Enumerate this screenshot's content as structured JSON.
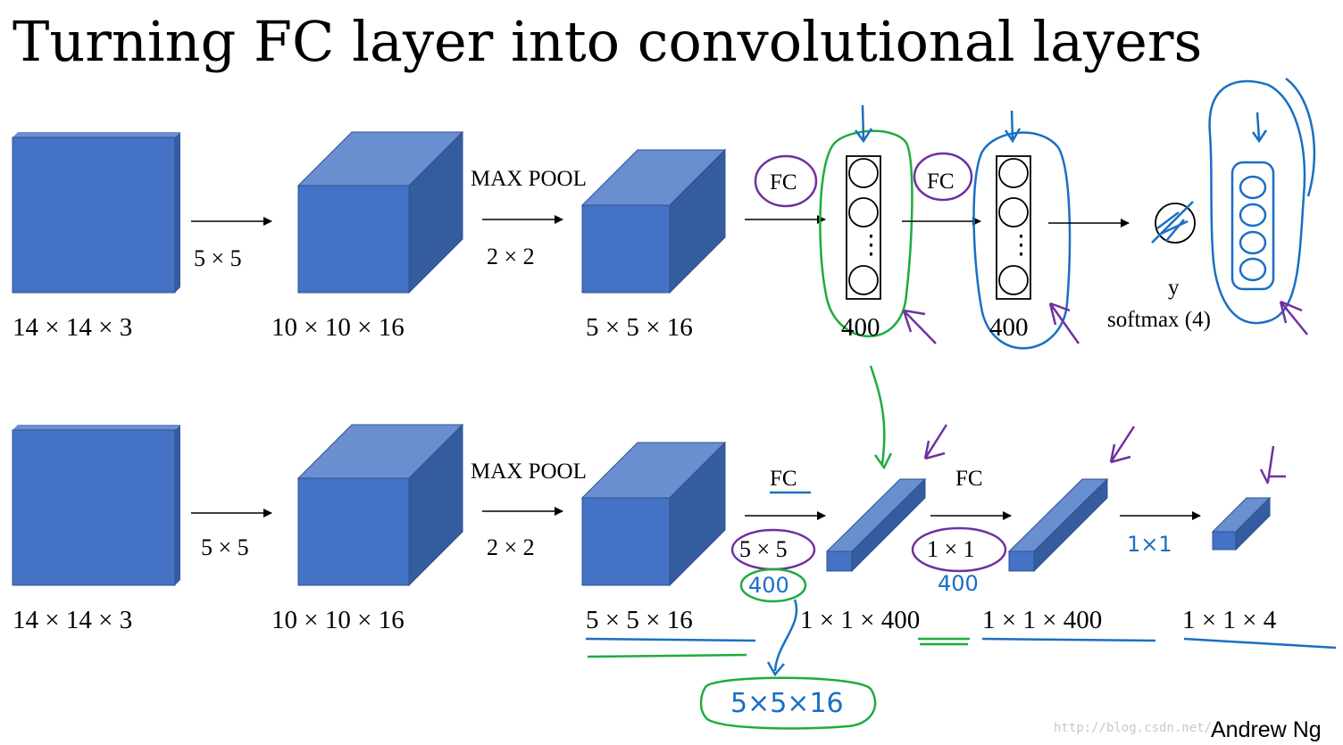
{
  "title": "Turning FC layer into convolutional layers",
  "credit": "Andrew Ng",
  "watermark": "http://blog.csdn.net/",
  "colors": {
    "cube_front": "#4472c4",
    "cube_top": "#6a8fd0",
    "cube_side": "#355c9f",
    "ink_green": "#1fab3f",
    "ink_purple": "#7030a0",
    "ink_blue": "#1a6fc4"
  },
  "top_row": {
    "dims": [
      "14 × 14 × 3",
      "10 × 10 × 16",
      "5 × 5 × 16",
      "400",
      "400"
    ],
    "ops": [
      "5 × 5",
      "2 × 2"
    ],
    "max_pool": "MAX POOL",
    "fc1": "FC",
    "fc2": "FC",
    "ellipsis": "⋮",
    "output_label": "y",
    "softmax_label": "softmax (4)"
  },
  "bottom_row": {
    "dims": [
      "14 × 14 × 3",
      "10 × 10 × 16",
      "5 × 5 × 16",
      "1 × 1 × 400",
      "1 × 1 × 400",
      "1 × 1 × 4"
    ],
    "ops": [
      "5 × 5",
      "2 × 2",
      "5 × 5",
      "1 × 1"
    ],
    "max_pool": "MAX POOL",
    "fc1": "FC",
    "fc2": "FC"
  },
  "annotations": {
    "n400_a": "400",
    "n400_b": "400",
    "kernel": "5×5×16",
    "one_by_one": "1×1"
  }
}
